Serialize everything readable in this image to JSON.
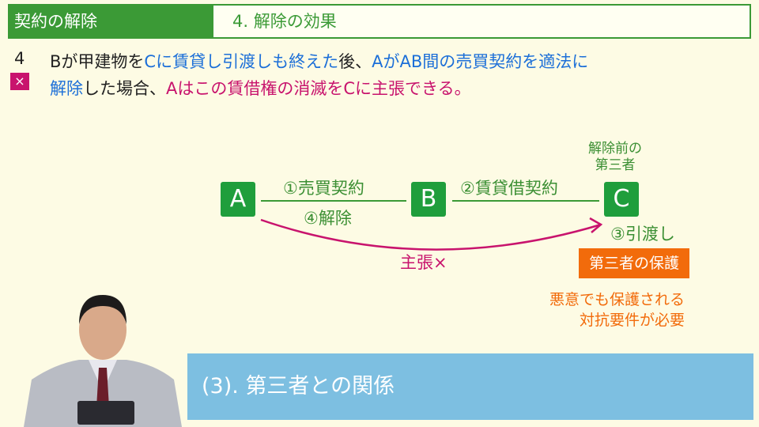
{
  "header": {
    "section": "契約の解除",
    "topic": "4. 解除の効果"
  },
  "question": {
    "number": "4",
    "answer_mark": "×",
    "line1": [
      {
        "text": "Bが甲建物を",
        "color": "black"
      },
      {
        "text": "Cに賃貸し引渡しも終えた",
        "color": "blue"
      },
      {
        "text": "後、",
        "color": "black"
      },
      {
        "text": "AがAB間の売買契約を適法に",
        "color": "blue"
      }
    ],
    "line2": [
      {
        "text": "解除",
        "color": "blue"
      },
      {
        "text": "した場合、",
        "color": "black"
      },
      {
        "text": "Aはこの賃借権の消滅をCに主張できる。",
        "color": "magenta"
      }
    ]
  },
  "diagram": {
    "parties": [
      "A",
      "B",
      "C"
    ],
    "ab_label": "①売買契約",
    "ab_label2": "④解除",
    "bc_label": "②賃貸借契約",
    "c_note_line1": "解除前の",
    "c_note_line2": "第三者",
    "c_delivery": "③引渡し",
    "claim": "主張×",
    "protection": "第三者の保護",
    "note1": "悪意でも保護される",
    "note2": "対抗要件が必要"
  },
  "banner": "(3). 第三者との関係",
  "colors": {
    "green": "#3b9a36",
    "blue": "#1c6fd8",
    "magenta": "#c8136d",
    "orange": "#f26b0b",
    "banner": "#7dbfe1"
  }
}
